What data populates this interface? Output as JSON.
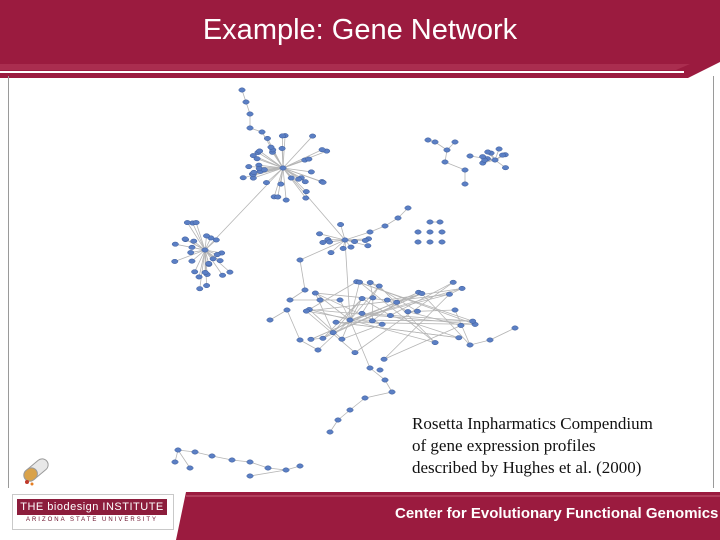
{
  "slide": {
    "title": "Example: Gene Network",
    "caption_lines": [
      "Rosetta Inpharmatics Compendium",
      "of gene expression profiles",
      "described by Hughes et al. (2000)"
    ],
    "footer": {
      "logo_main": "THE biodesign INSTITUTE",
      "logo_sub": "ARIZONA STATE UNIVERSITY",
      "center_name": "Center for Evolutionary Functional Genomics"
    }
  },
  "colors": {
    "brand": "#8c1d3c",
    "node": "#5b7fc4",
    "edge": "#b5b5b5"
  },
  "icons": [
    "pill-capsule-icon",
    "biodesign-logo"
  ]
}
